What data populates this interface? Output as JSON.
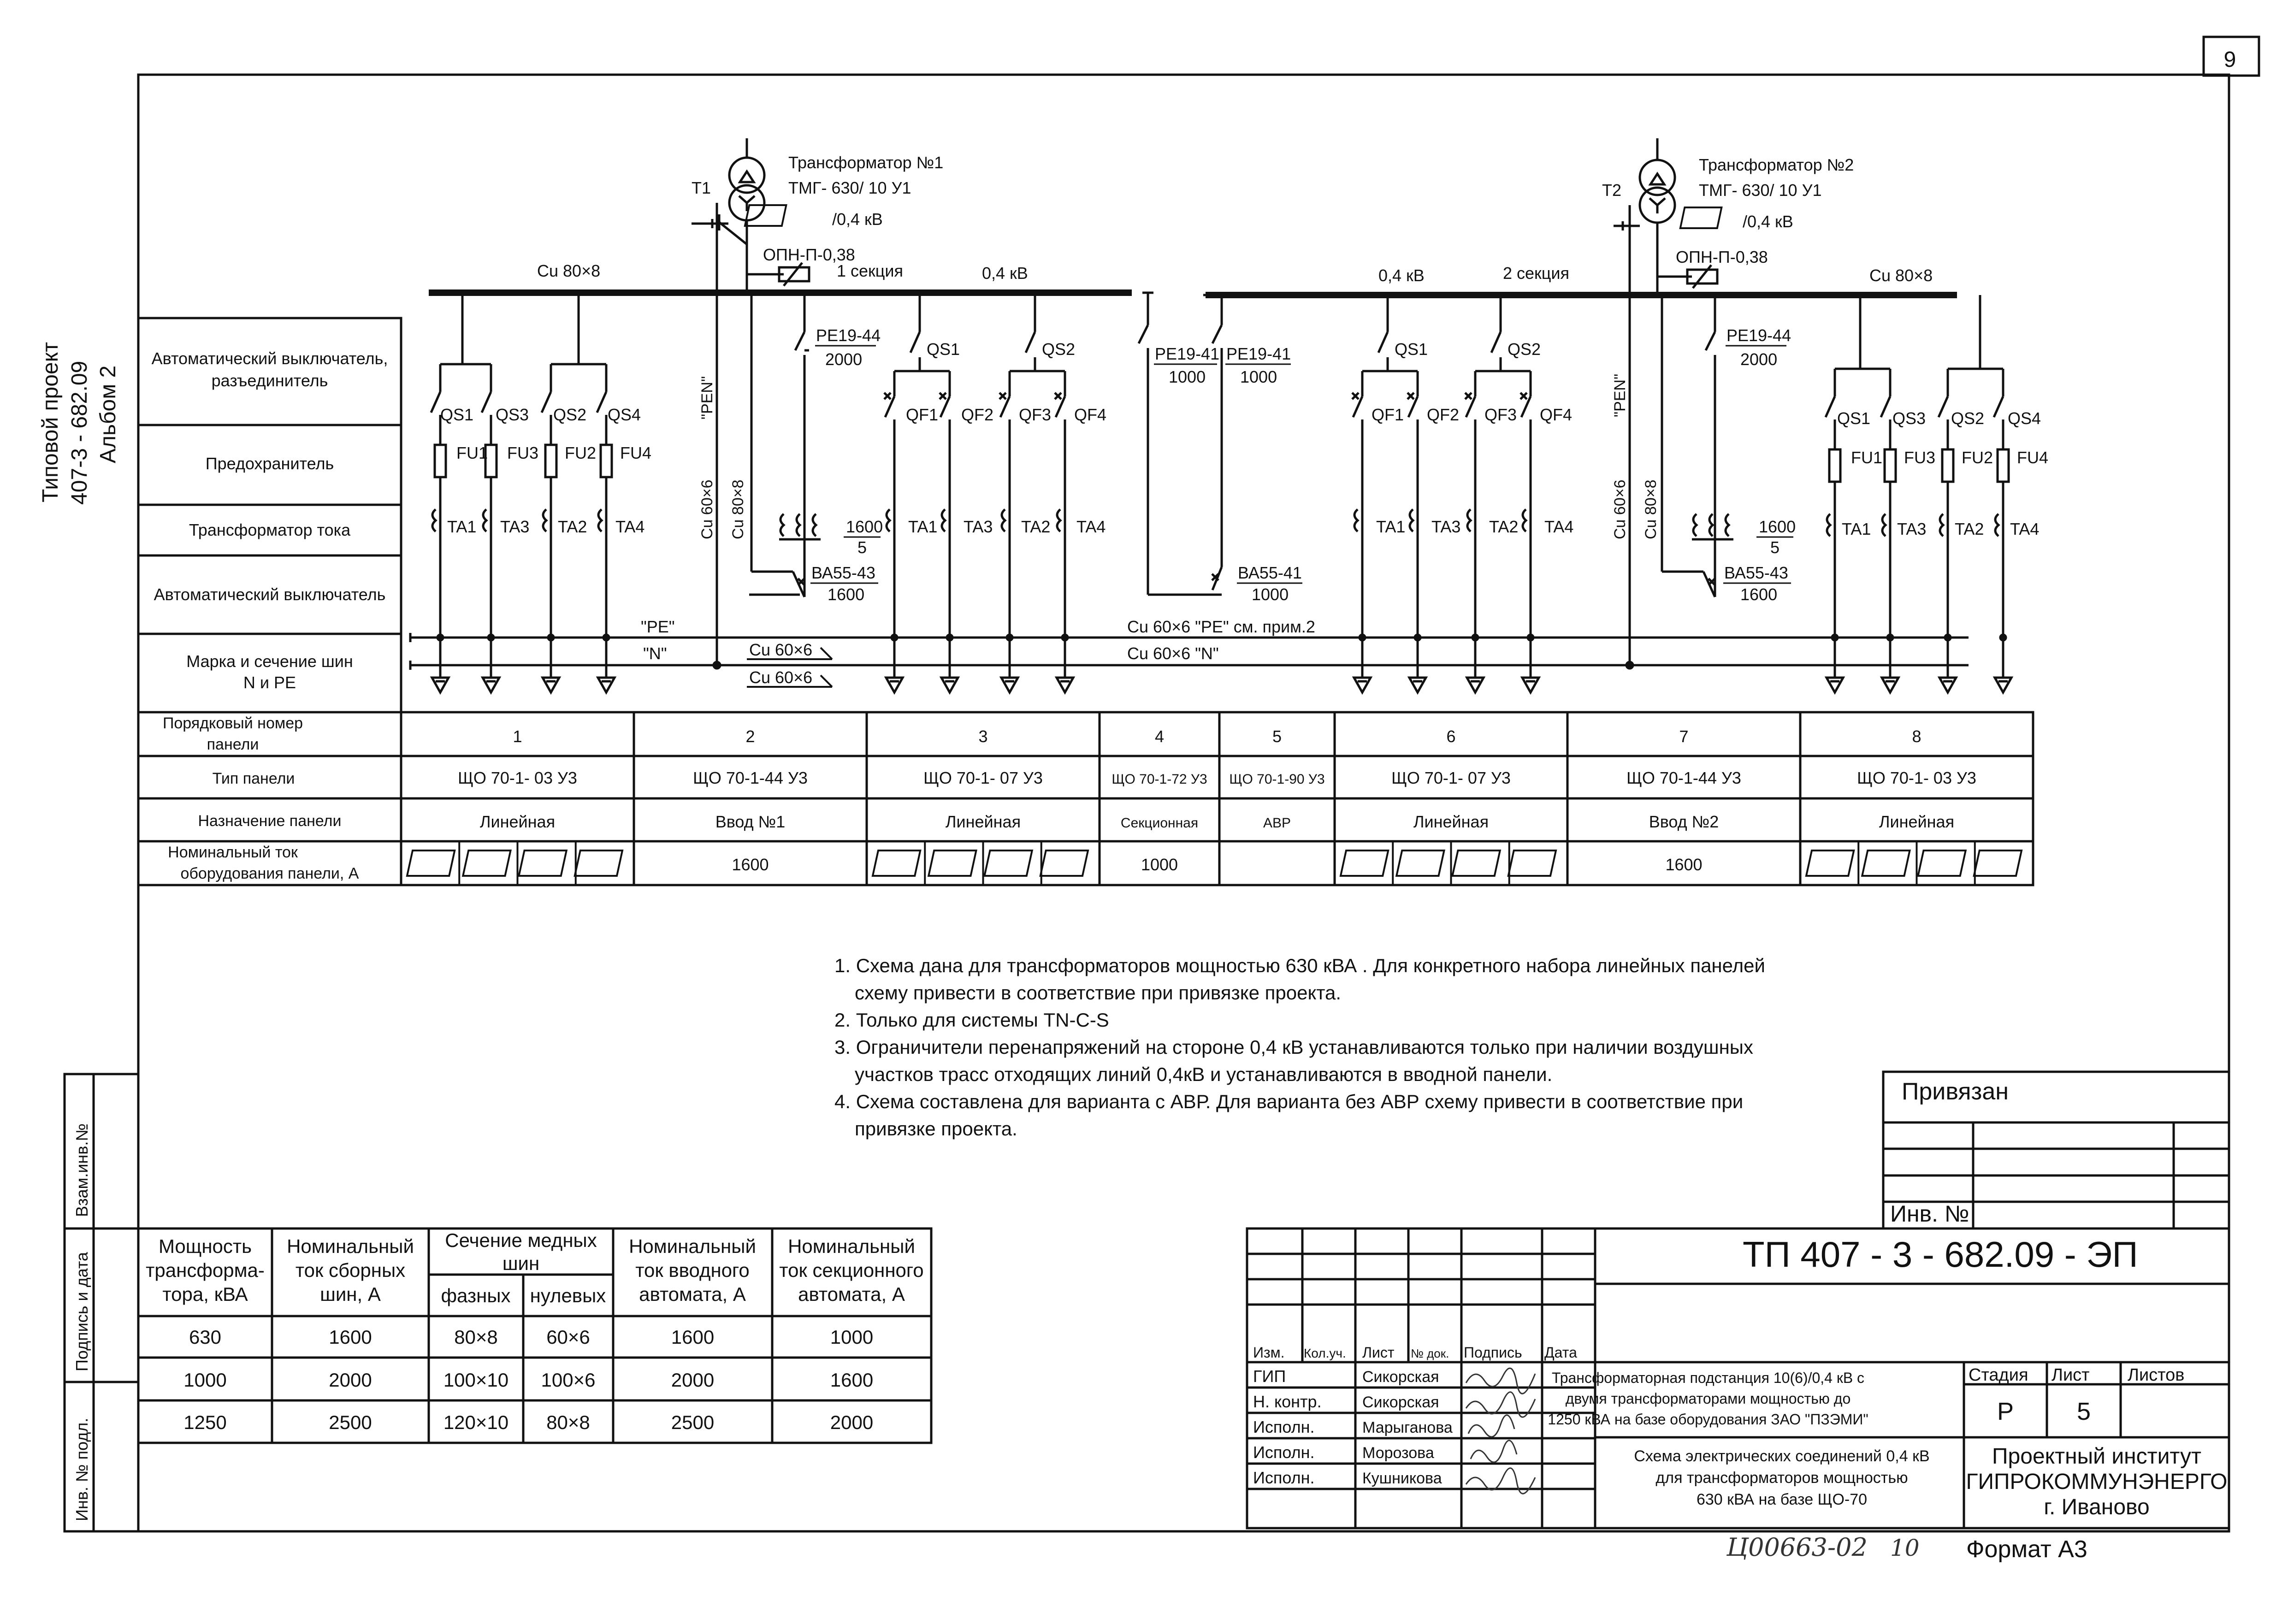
{
  "sheet_number": "9",
  "side_stamp": {
    "line1": "Типовой проект",
    "line2": "407-3 - 682.09",
    "line3": "Альбом 2",
    "fields": [
      "Взам.инв.№",
      "Подпись и дата",
      "Инв. № подл."
    ]
  },
  "busbars": {
    "left": {
      "material": "Cu 80×8",
      "section": "1 секция",
      "voltage": "0,4 кВ"
    },
    "right": {
      "material": "Cu 80×8",
      "section": "2 секция",
      "voltage": "0,4 кВ"
    },
    "pe_label": "\"PE\"",
    "n_label": "\"N\"",
    "pen_label": "\"PEN\"",
    "pe_section": "Cu 60×6",
    "n_section": "Cu 60×6",
    "pe_center": "Cu 60×6  \"PE\" см. прим.2",
    "n_center": "Cu 60×6  \"N\"",
    "cu60": "Cu 60×6",
    "cu80": "Cu 80×8"
  },
  "transformers": [
    {
      "tag": "T1",
      "name": "Трансформатор №1",
      "model": "ТМГ- 630/ 10  У1",
      "voltage": "/0,4 кВ",
      "surge": "ОПН-П-0,38"
    },
    {
      "tag": "T2",
      "name": "Трансформатор №2",
      "model": "ТМГ- 630/ 10  У1",
      "voltage": "/0,4 кВ",
      "surge": "ОПН-П-0,38"
    }
  ],
  "devices": {
    "qs1": "QS1",
    "qs2": "QS2",
    "qs3": "QS3",
    "qs4": "QS4",
    "qf1": "QF1",
    "qf2": "QF2",
    "qf3": "QF3",
    "qf4": "QF4",
    "fu1": "FU1",
    "fu2": "FU2",
    "fu3": "FU3",
    "fu4": "FU4",
    "ta1": "TA1",
    "ta2": "TA2",
    "ta3": "TA3",
    "ta4": "TA4",
    "re_2000": "PE19-44",
    "re_2000_v": "2000",
    "re_1000": "PE19-41",
    "re_1000_v": "1000",
    "ct_num": "1600",
    "ct_den": "5",
    "ba43": "ВА55-43",
    "ba43_v": "1600",
    "ba41": "ВА55-41",
    "ba41_v": "1000"
  },
  "row_labels": [
    "Автоматический выключатель,",
    "разъединитель",
    "Предохранитель",
    "Трансформатор тока",
    "Автоматический выключатель",
    "Марка и сечение шин",
    "N  и PE"
  ],
  "panel_table": {
    "row_headers": [
      "Порядковый номер",
      "панели",
      "Тип панели",
      "Назначение панели",
      "Номинальный ток",
      "оборудования панели, А"
    ],
    "panels": [
      {
        "number": "1",
        "type": "ЩО 70-1- 03  У3",
        "purpose": "Линейная",
        "current": ""
      },
      {
        "number": "2",
        "type": "ЩО 70-1-44 У3",
        "purpose": "Ввод №1",
        "current": "1600"
      },
      {
        "number": "3",
        "type": "ЩО 70-1- 07 У3",
        "purpose": "Линейная",
        "current": ""
      },
      {
        "number": "4",
        "type": "ЩО 70-1-72 У3",
        "purpose": "Секционная",
        "current": "1000"
      },
      {
        "number": "5",
        "type": "ЩО 70-1-90 У3",
        "purpose": "АВР",
        "current": ""
      },
      {
        "number": "6",
        "type": "ЩО 70-1- 07  У3",
        "purpose": "Линейная",
        "current": ""
      },
      {
        "number": "7",
        "type": "ЩО 70-1-44 У3",
        "purpose": "Ввод №2",
        "current": "1600"
      },
      {
        "number": "8",
        "type": "ЩО 70-1- 03  У3",
        "purpose": "Линейная",
        "current": ""
      }
    ]
  },
  "notes": [
    "1. Схема дана для трансформаторов мощностью 630 кВА . Для конкретного набора линейных панелей",
    "схему привести в соответствие при привязке проекта.",
    "2. Только для системы TN-C-S",
    "3. Ограничители перенапряжений на стороне 0,4 кВ устанавливаются только при наличии воздушных",
    "участков трасс отходящих линий 0,4кВ и устанавливаются в вводной панели.",
    "4. Схема составлена для варианта с АВР. Для варианта без АВР схему привести в соответствие при",
    "привязке проекта."
  ],
  "power_table": {
    "headers": [
      "Мощность",
      "трансформа-",
      "тора, кВА",
      "Номинальный",
      "ток сборных",
      "шин, А",
      "Сечение медных",
      "шин",
      "фазных",
      "нулевых",
      "Номинальный",
      "ток вводного",
      "автомата, А",
      "Номинальный",
      "ток секционного",
      "автомата,  А"
    ],
    "rows": [
      [
        "630",
        "1600",
        "80×8",
        "60×6",
        "1600",
        "1000"
      ],
      [
        "1000",
        "2000",
        "100×10",
        "100×6",
        "2000",
        "1600"
      ],
      [
        "1250",
        "2500",
        "120×10",
        "80×8",
        "2500",
        "2000"
      ]
    ]
  },
  "title_block": {
    "attached": "Привязан",
    "inv_no": "Инв. №",
    "code": "ТП  407 - 3 - 682.09 - ЭП",
    "columns": [
      "Изм.",
      "Кол.уч.",
      "Лист",
      "№ док.",
      "Подпись",
      "Дата"
    ],
    "signers": [
      {
        "role": "ГИП",
        "name": "Сикорская"
      },
      {
        "role": "Н. контр.",
        "name": "Сикорская"
      },
      {
        "role": "Исполн.",
        "name": "Марыганова"
      },
      {
        "role": "Исполн.",
        "name": "Морозова"
      },
      {
        "role": "Исполн.",
        "name": "Кушникова"
      }
    ],
    "project_title": [
      "Трансформаторная подстанция 10(6)/0,4 кВ с",
      "двумя трансформаторами мощностью до",
      "1250 кВА на базе оборудования ЗАО \"ПЗЭМИ\""
    ],
    "sheet_title": [
      "Схема электрических соединений 0,4 кВ",
      "для трансформаторов мощностью",
      "630 кВА на базе ЩО-70"
    ],
    "stage_label": "Стадия",
    "sheet_label": "Лист",
    "sheets_label": "Листов",
    "stage": "Р",
    "sheet": "5",
    "org": [
      "Проектный институт",
      "ГИПРОКОММУНЭНЕРГО",
      "г. Иваново"
    ],
    "handwritten_code": "Ц00663-02",
    "handwritten_page": "10",
    "format": "Формат А3"
  }
}
